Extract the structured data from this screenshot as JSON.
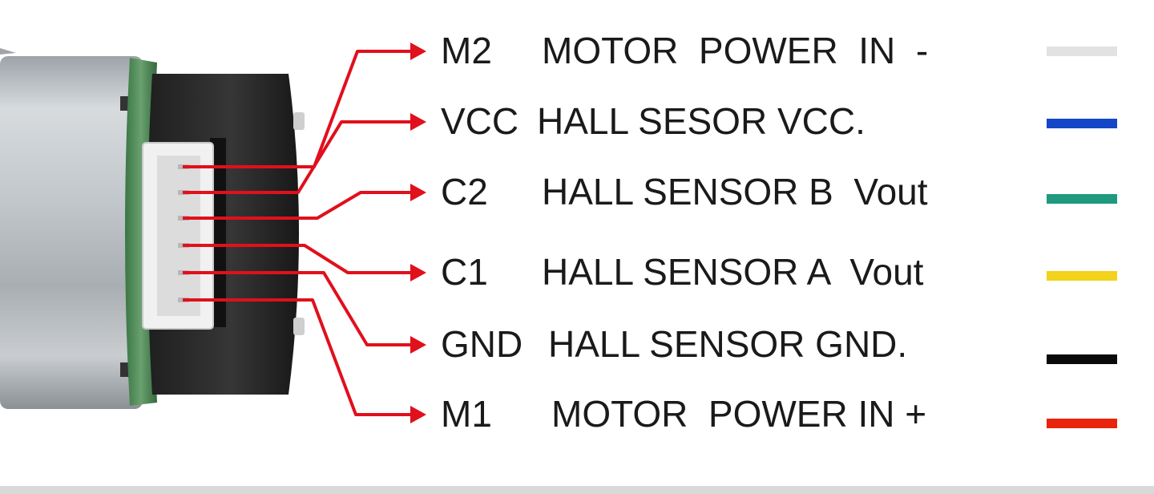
{
  "pins": [
    {
      "code": "M2",
      "description": "MOTOR  POWER  IN  -",
      "wire_color": "#e2e2e2"
    },
    {
      "code": "VCC",
      "description": "HALL SESOR VCC.",
      "wire_color": "#1446c8"
    },
    {
      "code": "C2",
      "description": "HALL SENSOR B  Vout",
      "wire_color": "#1f9a7e"
    },
    {
      "code": "C1",
      "description": "HALL SENSOR A  Vout",
      "wire_color": "#f2d21b"
    },
    {
      "code": "GND",
      "description": "HALL SENSOR GND.",
      "wire_color": "#0a0a0a"
    },
    {
      "code": "M1",
      "description": "MOTOR  POWER IN +",
      "wire_color": "#e8240c"
    }
  ],
  "colors": {
    "arrow": "#e0101c",
    "encoder_body": "#2b2b2b",
    "pcb_ring": "#4e8a55",
    "connector": "#ededed"
  }
}
